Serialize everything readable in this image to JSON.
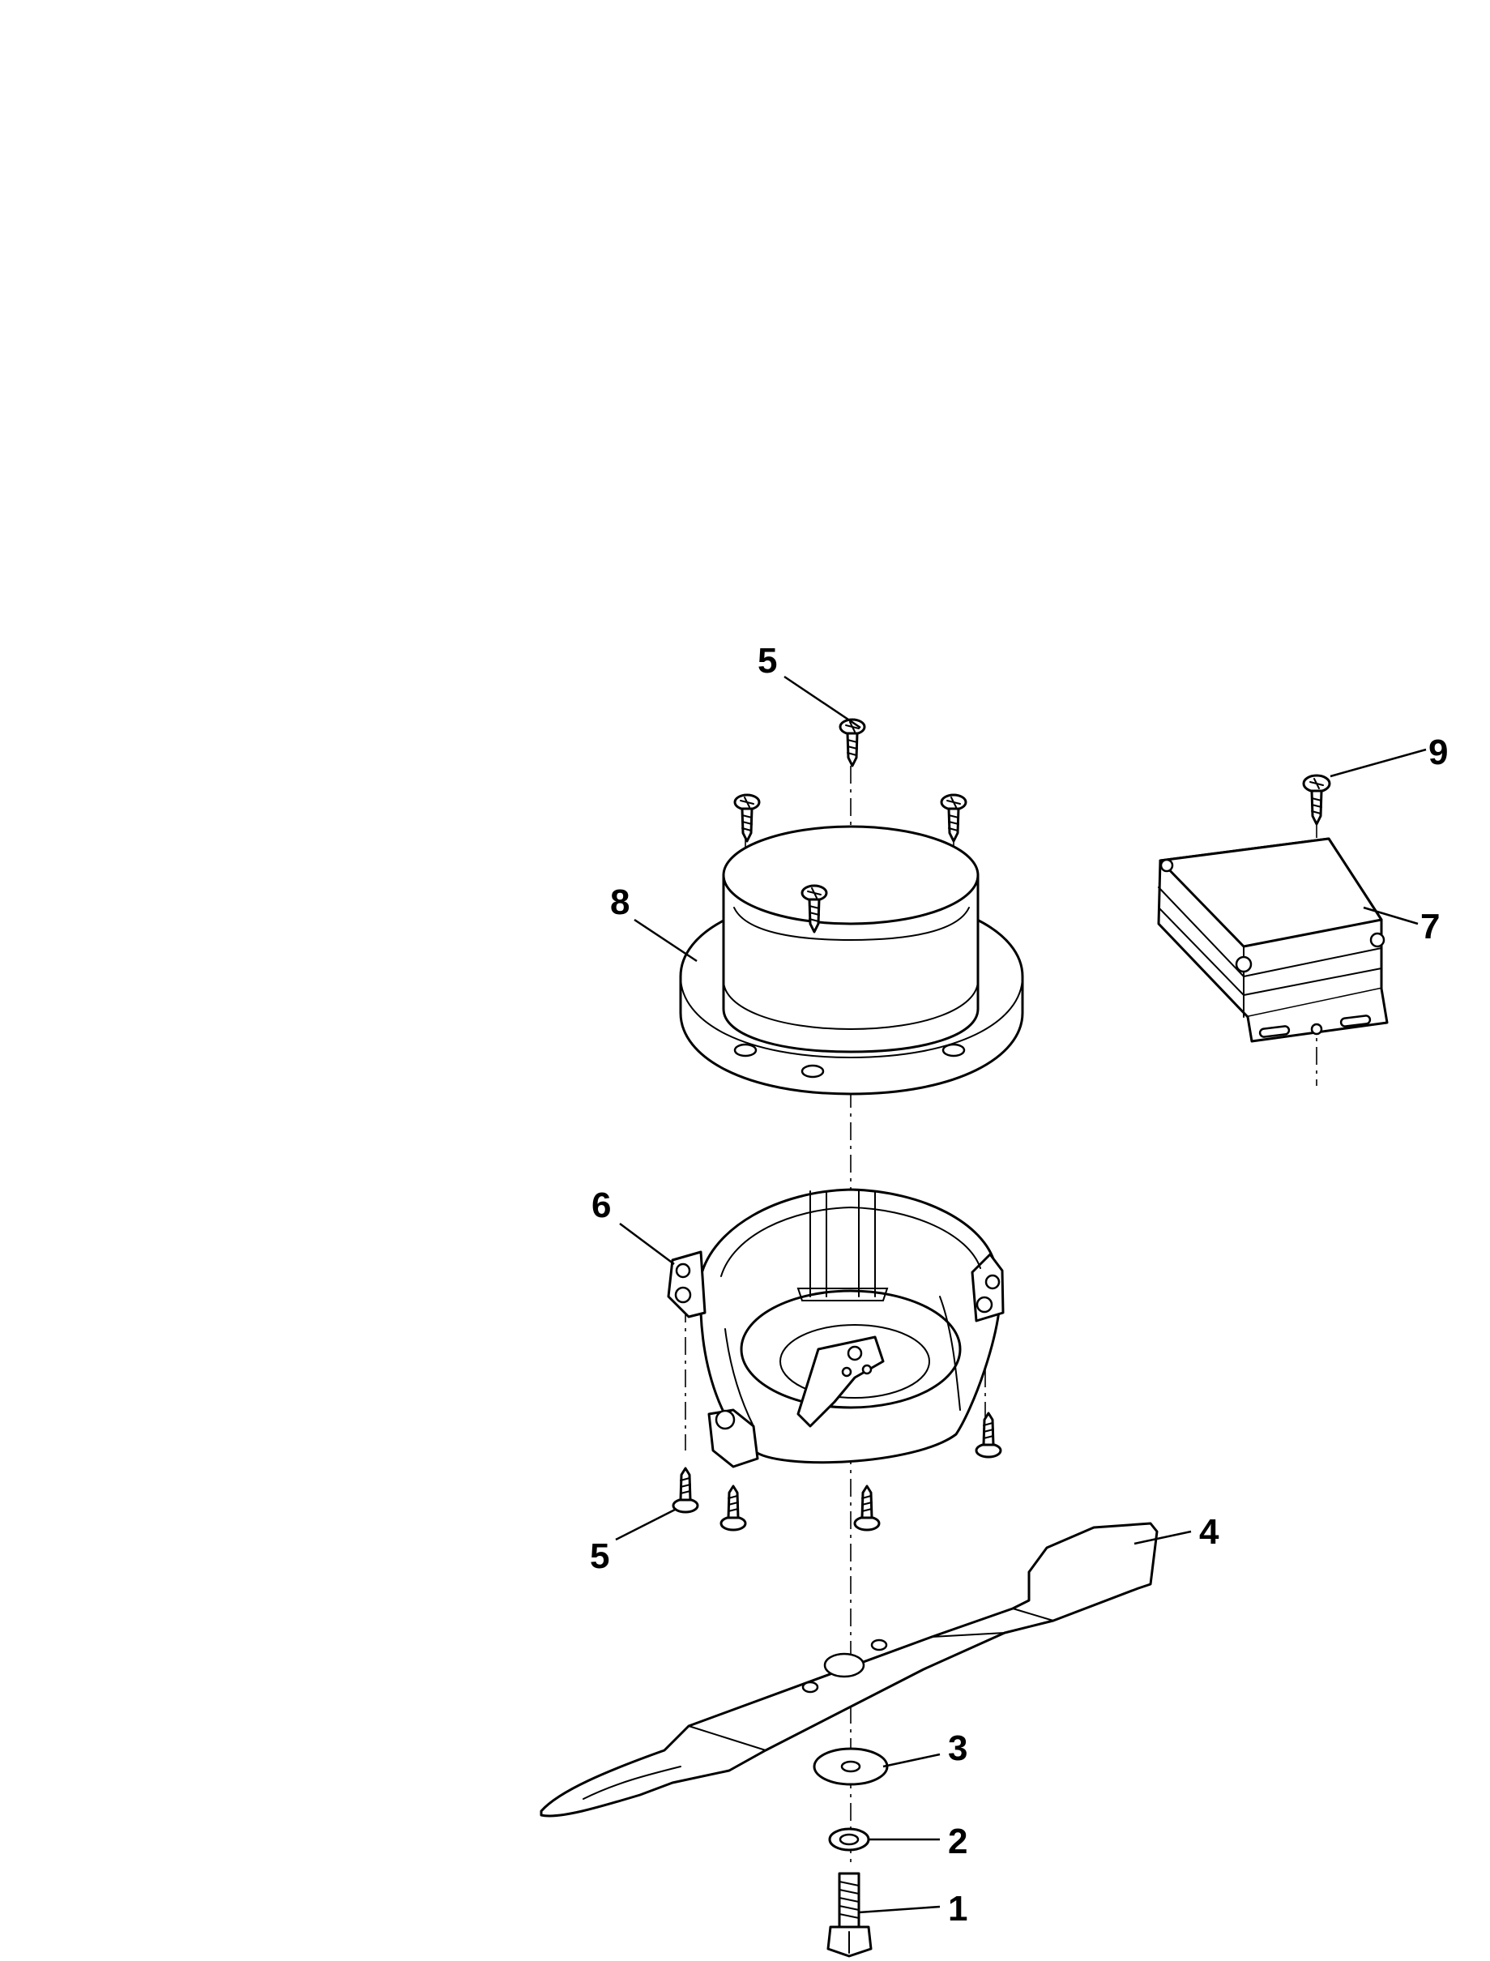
{
  "diagram": {
    "type": "exploded-parts-view",
    "callouts": [
      {
        "id": "1",
        "label": "1"
      },
      {
        "id": "2",
        "label": "2"
      },
      {
        "id": "3",
        "label": "3"
      },
      {
        "id": "4",
        "label": "4"
      },
      {
        "id": "5a",
        "label": "5"
      },
      {
        "id": "5b",
        "label": "5"
      },
      {
        "id": "6",
        "label": "6"
      },
      {
        "id": "7",
        "label": "7"
      },
      {
        "id": "8",
        "label": "8"
      },
      {
        "id": "9",
        "label": "9"
      }
    ]
  }
}
